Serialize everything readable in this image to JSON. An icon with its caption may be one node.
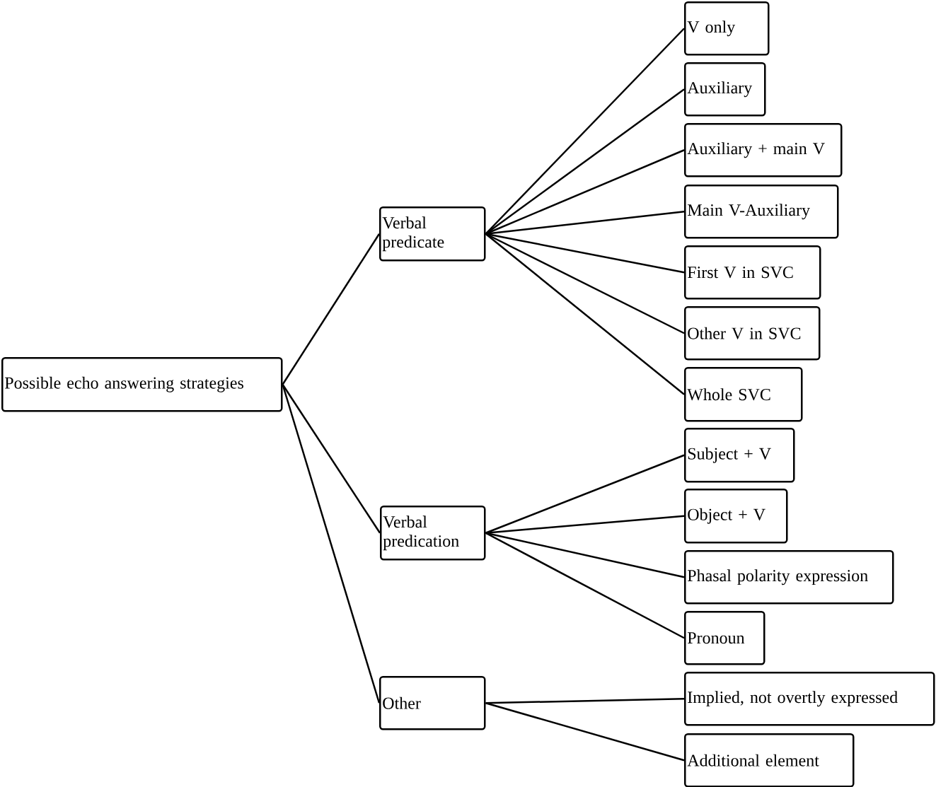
{
  "diagram": {
    "nodes": [
      {
        "text": [
          "Possible echo answering strategies"
        ]
      },
      {
        "text": [
          "Verbal predicate"
        ]
      },
      {
        "text": [
          "Verbal predication"
        ]
      },
      {
        "text": [
          "Other"
        ]
      },
      {
        "text": [
          "V only"
        ]
      },
      {
        "text": [
          "Auxiliary"
        ]
      },
      {
        "text": [
          "Auxiliary + main V"
        ]
      },
      {
        "text": [
          "Main V-Auxiliary"
        ]
      },
      {
        "text": [
          "First V in SVC"
        ]
      },
      {
        "text": [
          "Other V in SVC"
        ]
      },
      {
        "text": [
          "Whole SVC"
        ]
      },
      {
        "text": [
          "Subject + V"
        ]
      },
      {
        "text": [
          "Object + V"
        ]
      },
      {
        "text": [
          "Phasal polarity expression"
        ]
      },
      {
        "text": [
          "Pronoun"
        ]
      },
      {
        "text": [
          "Implied, not overtly expressed"
        ]
      },
      {
        "text": [
          "Additional element"
        ]
      }
    ],
    "edges": [
      {
        "from": 0,
        "to": 1,
        "arrow": "none"
      },
      {
        "from": 0,
        "to": 2,
        "arrow": "none"
      },
      {
        "from": 0,
        "to": 3,
        "arrow": "none"
      },
      {
        "from": 1,
        "to": 4,
        "arrow": "none"
      },
      {
        "from": 1,
        "to": 5,
        "arrow": "none"
      },
      {
        "from": 1,
        "to": 6,
        "arrow": "none"
      },
      {
        "from": 1,
        "to": 7,
        "arrow": "none"
      },
      {
        "from": 1,
        "to": 8,
        "arrow": "none"
      },
      {
        "from": 1,
        "to": 9,
        "arrow": "none"
      },
      {
        "from": 1,
        "to": 10,
        "arrow": "none"
      },
      {
        "from": 2,
        "to": 11,
        "arrow": "none"
      },
      {
        "from": 2,
        "to": 12,
        "arrow": "none"
      },
      {
        "from": 2,
        "to": 13,
        "arrow": "none"
      },
      {
        "from": 2,
        "to": 14,
        "arrow": "none"
      },
      {
        "from": 3,
        "to": 15,
        "arrow": "none"
      },
      {
        "from": 3,
        "to": 16,
        "arrow": "none"
      }
    ]
  }
}
